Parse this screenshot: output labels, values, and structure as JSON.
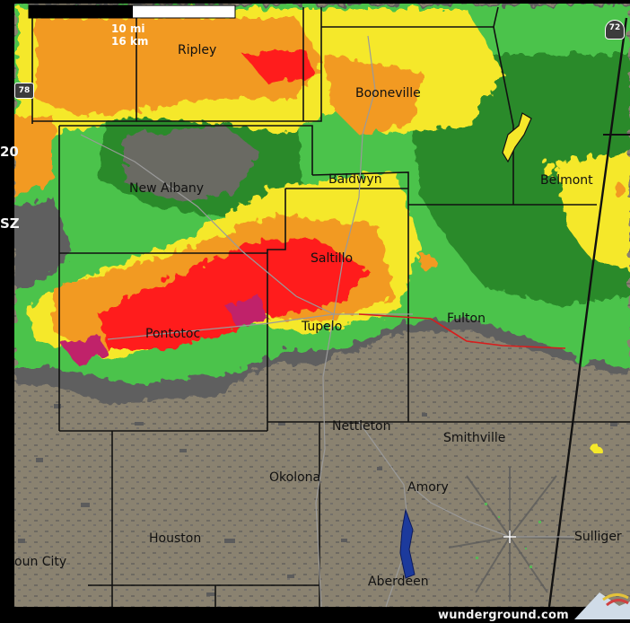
{
  "scale": {
    "mi": "10 mi",
    "km": "16 km"
  },
  "edge_labels": {
    "top": "20",
    "mid": "SZ"
  },
  "highways": {
    "h78": "78",
    "h72": "72"
  },
  "places": [
    {
      "id": "ripley",
      "name": "Ripley"
    },
    {
      "id": "booneville",
      "name": "Booneville"
    },
    {
      "id": "new-albany",
      "name": "New Albany"
    },
    {
      "id": "baldwyn",
      "name": "Baldwyn"
    },
    {
      "id": "belmont",
      "name": "Belmont"
    },
    {
      "id": "saltillo",
      "name": "Saltillo"
    },
    {
      "id": "fulton",
      "name": "Fulton"
    },
    {
      "id": "tupelo",
      "name": "Tupelo"
    },
    {
      "id": "pontotoc",
      "name": "Pontotoc"
    },
    {
      "id": "nettleton",
      "name": "Nettleton"
    },
    {
      "id": "smithville",
      "name": "Smithville"
    },
    {
      "id": "okolona",
      "name": "Okolona"
    },
    {
      "id": "amory",
      "name": "Amory"
    },
    {
      "id": "houston",
      "name": "Houston"
    },
    {
      "id": "sulligent",
      "name": "Sulliger"
    },
    {
      "id": "calhoun-city",
      "name": "oun City"
    },
    {
      "id": "aberdeen",
      "name": "Aberdeen"
    }
  ],
  "credit": "wunderground.com",
  "colors": {
    "ground": "#8a8270",
    "clutter": "#5a5a5a",
    "green_light": "#4cc34c",
    "green_dark": "#2c8a2c",
    "yellow": "#f5e82a",
    "orange": "#f29a20",
    "red": "#ff1f1f",
    "magenta": "#c0206a",
    "road_red": "#d81c1c",
    "county_line": "#111111",
    "river": "#1c3a9c"
  }
}
